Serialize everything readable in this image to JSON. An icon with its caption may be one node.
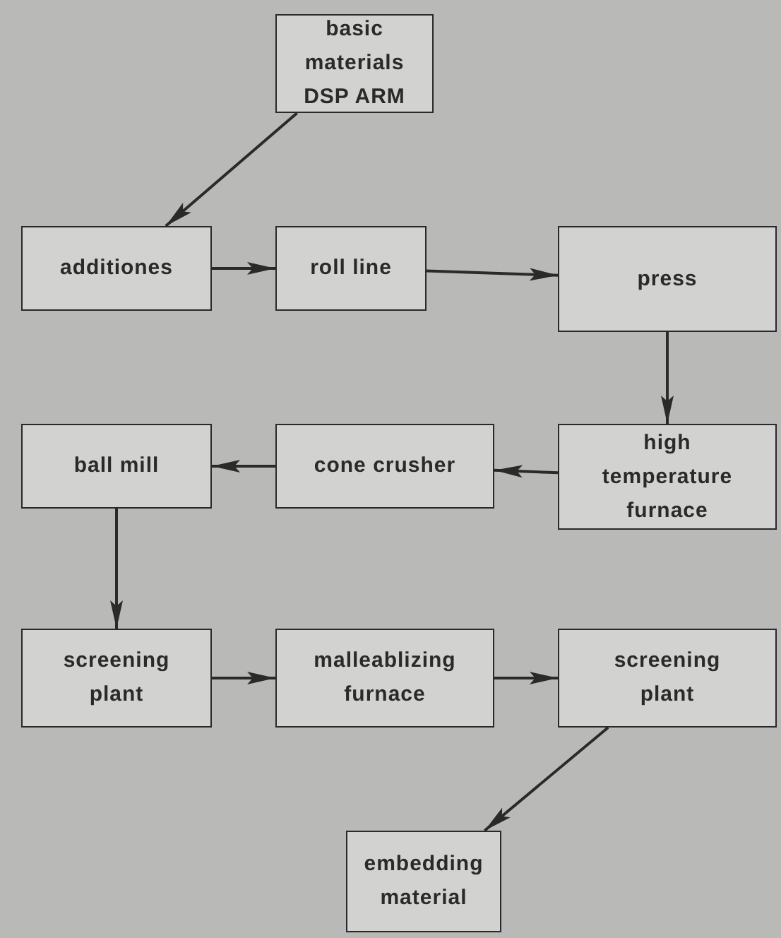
{
  "diagram": {
    "nodes": [
      {
        "text": [
          "basic materials DSP ARM"
        ]
      },
      {
        "text": [
          "additiones"
        ]
      },
      {
        "text": [
          "roll line"
        ]
      },
      {
        "text": [
          "press"
        ]
      },
      {
        "text": [
          "high temperature furnace"
        ]
      },
      {
        "text": [
          "cone crusher"
        ]
      },
      {
        "text": [
          "ball mill"
        ]
      },
      {
        "text": [
          "screening plant"
        ]
      },
      {
        "text": [
          "malleablizing furnace"
        ]
      },
      {
        "text": [
          "screening plant"
        ]
      },
      {
        "text": [
          "embedding material"
        ]
      }
    ],
    "edges": [
      {
        "from": 0,
        "to": 1,
        "arrow": "to"
      },
      {
        "from": 1,
        "to": 2,
        "arrow": "to"
      },
      {
        "from": 2,
        "to": 3,
        "arrow": "to"
      },
      {
        "from": 3,
        "to": 4,
        "arrow": "to"
      },
      {
        "from": 4,
        "to": 5,
        "arrow": "to"
      },
      {
        "from": 5,
        "to": 6,
        "arrow": "to"
      },
      {
        "from": 6,
        "to": 7,
        "arrow": "to"
      },
      {
        "from": 7,
        "to": 8,
        "arrow": "to"
      },
      {
        "from": 8,
        "to": 9,
        "arrow": "to"
      },
      {
        "from": 9,
        "to": 10,
        "arrow": "to"
      }
    ]
  }
}
